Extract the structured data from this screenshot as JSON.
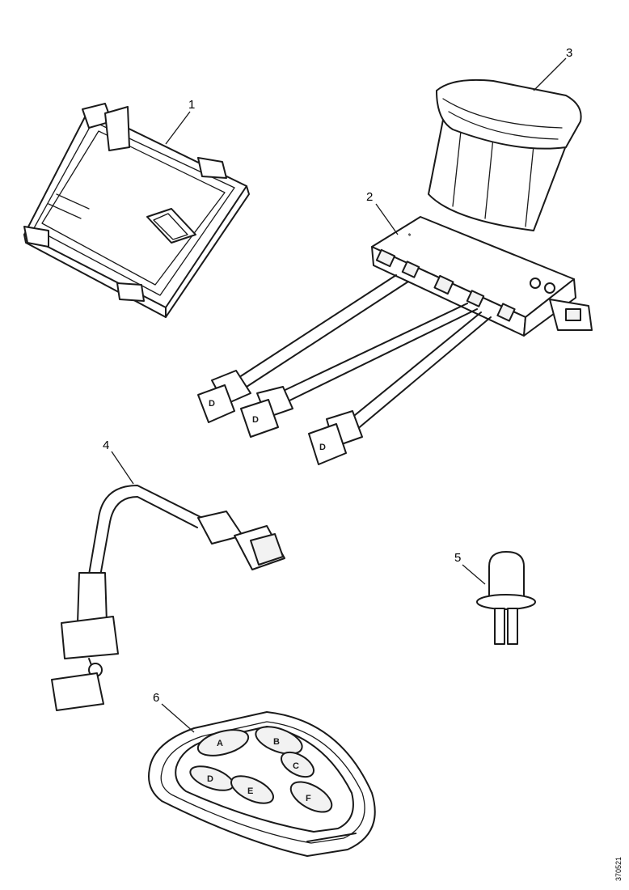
{
  "callouts": [
    {
      "id": "1",
      "label": "1"
    },
    {
      "id": "2",
      "label": "2"
    },
    {
      "id": "3",
      "label": "3"
    },
    {
      "id": "4",
      "label": "4"
    },
    {
      "id": "5",
      "label": "5"
    },
    {
      "id": "6",
      "label": "6"
    }
  ],
  "reference_code": "370521",
  "connector_glyphs": [
    "D",
    "D",
    "D"
  ],
  "keypad_glyphs": [
    "A",
    "B",
    "C",
    "D",
    "E",
    "F"
  ],
  "colors": {
    "line": "#1a1a1a",
    "background": "#ffffff"
  }
}
